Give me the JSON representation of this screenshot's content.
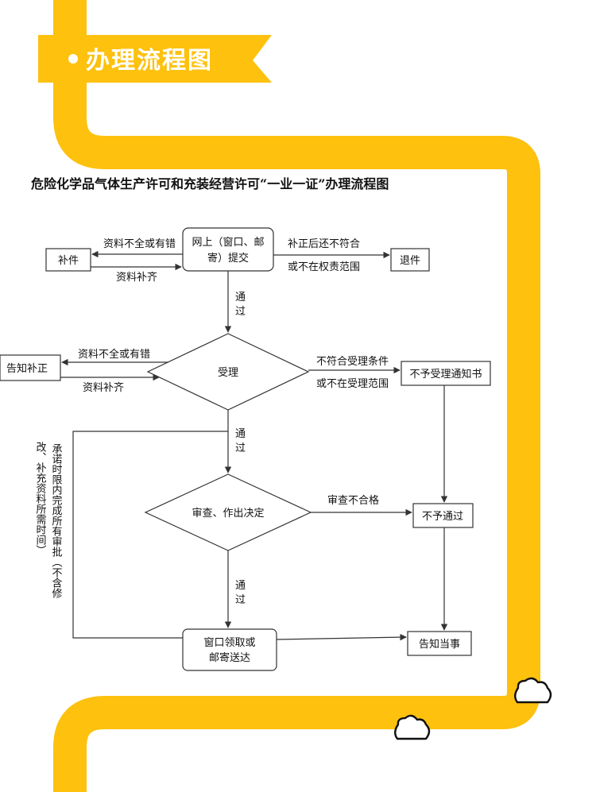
{
  "header": {
    "title": "办理流程图"
  },
  "diagram": {
    "title": "危险化学品气体生产许可和充装经营许可“一业一证”办理流程图",
    "nodes": {
      "submit_line1": "网上（窗口、邮",
      "submit_line2": "寄）提交",
      "supplement": "补件",
      "return_file": "退件",
      "notice_correction": "告知补正",
      "accept": "受理",
      "not_accept_notice": "不予受理通知书",
      "review": "审查、作出决定",
      "not_pass": "不予通过",
      "collect_line1": "窗口领取或",
      "collect_line2": "邮寄送达",
      "notify_party": "告知当事"
    },
    "edges": {
      "incomplete_1": "资料不全或有错",
      "supplement_1": "资料补齐",
      "still_not_match": "补正后还不符合",
      "out_of_scope": "或不在权责范围",
      "pass_1_a": "通",
      "pass_1_b": "过",
      "incomplete_2": "资料不全或有错",
      "supplement_2": "资料补齐",
      "not_meet_accept": "不符合受理条件",
      "not_in_accept_scope": "或不在受理范围",
      "pass_2_a": "通",
      "pass_2_b": "过",
      "review_fail": "审查不合格",
      "pass_3_a": "通",
      "pass_3_b": "过"
    },
    "side_note": {
      "col1": "承诺时限内完成所有审批（不含修",
      "col2": "改、补充资料所需时间）"
    }
  },
  "colors": {
    "accent": "#FDC10E",
    "line": "#333333"
  },
  "icons": [
    "cloud-icon",
    "cloud-icon"
  ]
}
